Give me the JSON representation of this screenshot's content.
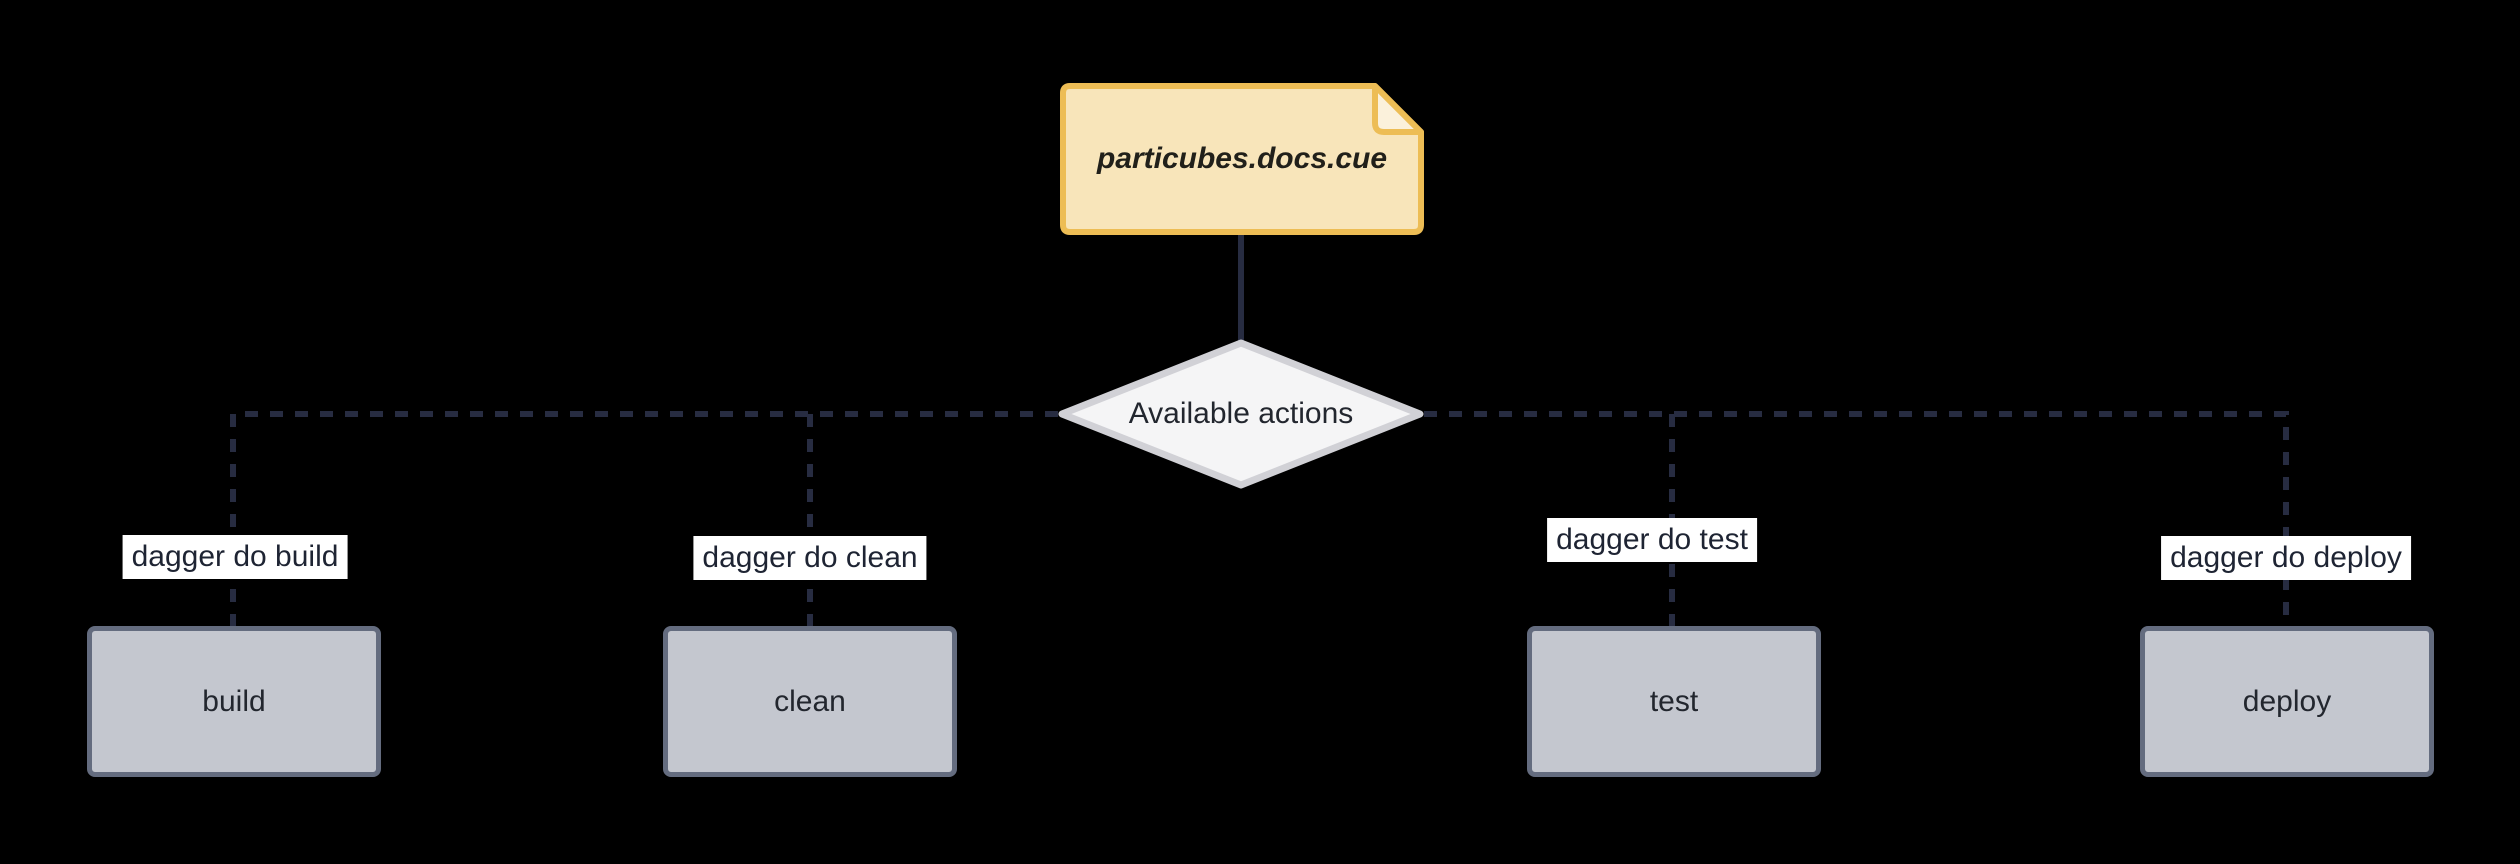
{
  "diagram": {
    "file_node": {
      "label": "particubes.docs.cue"
    },
    "decision_node": {
      "label": "Available actions"
    },
    "actions": [
      {
        "command": "dagger do build",
        "name": "build"
      },
      {
        "command": "dagger do clean",
        "name": "clean"
      },
      {
        "command": "dagger do test",
        "name": "test"
      },
      {
        "command": "dagger do deploy",
        "name": "deploy"
      }
    ],
    "colors": {
      "background": "#000000",
      "note_fill": "#F8E5BA",
      "note_stroke": "#EDBD55",
      "note_fold_fill": "#FBF1DB",
      "note_text": "#21201A",
      "diamond_fill": "#F5F5F6",
      "diamond_stroke": "#D1D1D6",
      "box_fill": "#C4C7CF",
      "box_stroke": "#646C7F",
      "node_text": "#22262E",
      "edge_color": "#272C41",
      "label_bg": "#FFFFFF",
      "label_text": "#1E2433"
    }
  }
}
